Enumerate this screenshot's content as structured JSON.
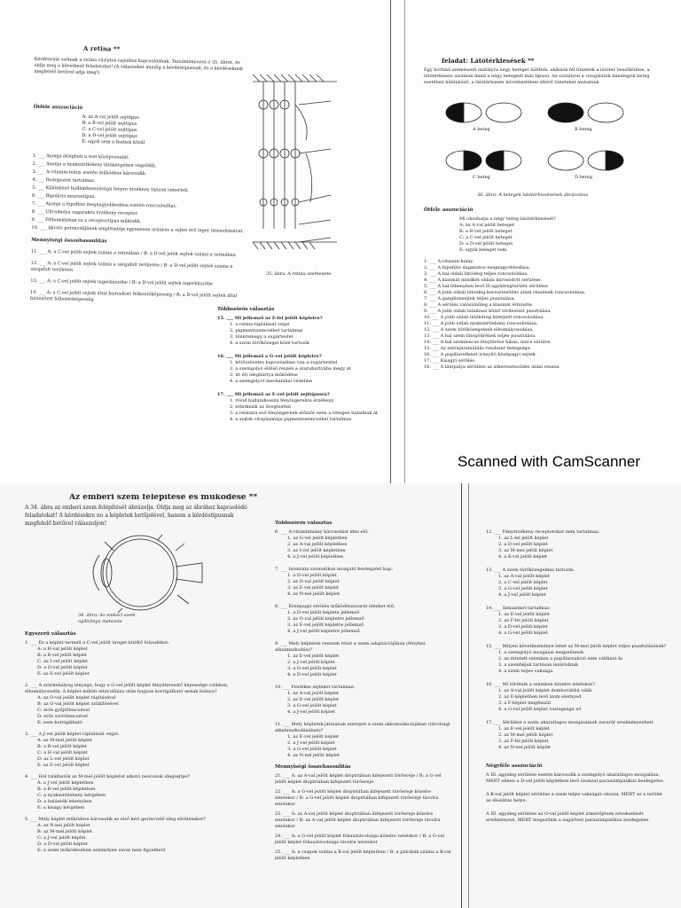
{
  "scanner": {
    "label": "Scanned with CamScanner"
  },
  "top_left": {
    "title": "A retina **",
    "intro": "Kérdéseink szólnak a retina vázlatos rajzához kapcsolódnak. Tanulmányozza a 35. ábrát, és oldja meg a következő feladatokat! (A válaszokat mindig a kérdéstípusnak, és a kérdéseknek megfelelő betűvel adja meg!)",
    "section1": "Ötféle asszociáció",
    "options": [
      "A: az A-val jelölt sejttípus",
      "B: a B-vel jelölt sejttípus",
      "C: a C-vel jelölt sejttípus",
      "D: a D-vel jelölt sejttípus",
      "E: egyik sem a fentiek közül"
    ],
    "items": [
      "1. ___ Axonja átlépheti a test középvonalát.",
      "2. ___ Axonja a nyakszirtlebeny látókérgében végződik.",
      "3. ___ A-vitamin-hiány esetén működése károsodik.",
      "4. ___ Rodopszint tartalmaz.",
      "5. ___ Különböző hullámhosszúságú fényre érzékeny típusai ismertek.",
      "6. ___ Bipoláris neurontípus.",
      "7. ___ Axonja a hipofízis megnagyobbodása esetén roncsolódhat.",
      "8. ___ Ultraibolya sugarakra érzékeny receptor.",
      "9. ___ Félhomályban ez a receptortípus működik.",
      "10. ___ Akciós potenciáljának amplitúdója egyenesen arányos a sejtet érő inger intenzitásával."
    ],
    "section2": "Mennyiségi összehasonlítás",
    "compare": [
      "11. ___ A: a C-vel jelölt sejtek száma a retinában / B: a D-vel jelölt sejtek száma a retinában",
      "12. ___ A: a C-vel jelölt sejtek száma a sárgafolt területén / B: a D-vel jelölt sejtek száma a sárgafolt területén",
      "13. ___ A: a C-vel jelölt sejtek ingerküszöbe / B: a D-vel jelölt sejtek ingerküszöbe",
      "14. ___ A: a C-vel jelölt sejtek által biztosított felbontóképesség / B: a D-vel jelölt sejtek által biztosított felbontóképesség"
    ]
  },
  "top_middle": {
    "caption": "35. ábra: A retina szerkezete",
    "section": "Többszörös választás",
    "questions": [
      "15. ___ Mi jellemző az F-fel jelölt képletre?",
      "1. a retina táplálását végzi",
      "2. pigmentszemcséket tartalmaz",
      "3. tönkremegy a sugártestet",
      "4. a szem törőközegei közé tartozik",
      "16. ___ Mi jellemző a G-vel jelölt képletre?",
      "1. kötőszövetes kapcsolatban van a sugártesttel",
      "2. a szemgolyó elülső részén a szaruhártyába megy át",
      "3. itt éri ideghártya működése",
      "4. a szemgolyót mechanikai védelme",
      "17. ___ Mi jellemző az E-vel jelölt sejttípusra?",
      "1. rövid hullámhosszú fényingerekre érzékeny",
      "2. érintkezik az üvegtesttel",
      "3. a retinára eső fényingernek először ezen a rétegen haladnak át",
      "4. a sejtek citoplazmája pigmentszemcséket tartalmaz"
    ]
  },
  "top_right": {
    "title": "feladat: Látótérkiesések **",
    "intro": "Egy kórházi szemészeti osztályra négy beteget küldtek, akiknek fél tüneteik a látótér beszűkülése, a látótérkiesés azonban mind a négy betegnél más típusú. Az osztályon a vizsgálatok mindegyik beteg esetében különböző, a látótérkiesés következtében eltérő tüneteket mutatnak.",
    "labels": [
      "A beteg",
      "B beteg",
      "C beteg",
      "D beteg"
    ],
    "caption": "36. ábra: A betegek látótérkiesésének ábrázolása",
    "section": "Ötféle asszociáció",
    "options": [
      "Mi okozhatja a négy beteg látótérkiesését?",
      "A: az A-val jelölt beteget",
      "B: a B-vel jelölt beteget",
      "C: a C-vel jelölt beteget",
      "D: a D-vel jelölt beteget",
      "E: egyik beteget sem"
    ],
    "items": [
      "1. ___ A-vitamin-hiány.",
      "2. ___ A hipofízis daganatos megnagyobbodása.",
      "3. ___ A bal oldali látóideg teljes roncsolódása.",
      "4. ___ A kiasmát mindkét oldala károsodott sérülése.",
      "5. ___ A bal lebenyben levő fő agykéregterület sérülése.",
      "6. ___ A jobb oldali látóideg-kereszteződés utáni részének roncsolódása.",
      "7. ___ A ganglionsejtek teljes pusztulása.",
      "8. ___ A sérülés valószínűleg a kiasmát érintette.",
      "9. ___ A jobb oldali talamusz külső térdestest pusztulása.",
      "10. ___ A jobb oldali látókéreg kiterjedt roncsolódása.",
      "11. ___ A jobb oldali nyakszirtlebeny roncsolódása.",
      "12. ___ A szem törőközegeinek elhomályosodása.",
      "13. ___ A bal szem látógödrének teljes pusztulása.",
      "14. ___ A bal szemlencse fénytörése hibás, nincs sérülve.",
      "15. ___ Az extrapiramidális rendszer betegsége.",
      "16. ___ A pupillareflexet irányító középagyi sejtek.",
      "17. ___ Kisagyi sérülés.",
      "18. ___ A látópálya sérülése az átkereszteződés utáni részen."
    ]
  },
  "bottom_left": {
    "title": "Az emberi szem felépítése és működése **",
    "intro": "A 34. ábra az emberi szem felépítését ábrázolja. Oldja meg az ábrához kapcsolódó feladatokat! A kérdésekre no a képletek betűjelével, hanem a kérdéstípusnak megfelelő betűvel válaszoljon!",
    "caption": "34. ábra: Az emberi szem nyílirányú metszete",
    "section": "Egyszerű választás",
    "questions": [
      "1. ___ Ez a képlet termeli a C-vel jelölt üreget kitöltő folyadékot:",
      "A: a H-val jelölt képlet",
      "B: a B-vel jelölt képlet",
      "C: az I-vel jelölt képlet",
      "D: a D-vel jelölt képlet",
      "E: az E-vel jelölt képlet",
      "2. ___ A szürkehályog lényege, hogy a G-vel jelölt képlet fényáteresztő képessége csökken, elhomályosodik. A képlet műtéti eltávolítása után hogyan korrigálható annak hiánya?",
      "A: az O-val jelölt képlet tágításával",
      "B: az O-val jelölt képlet szűkítésével",
      "C: erős gyűjtőlencsével",
      "D: erős szórólencsével",
      "E: nem korrigálható",
      "3. ___ A J-vel jelölt képlet táplálását végzi:",
      "A: az M-mel jelölt képlet",
      "B: a B-vel jelölt képlet",
      "C: a H-val jelölt képlet",
      "D: az L-vel jelölt képlet",
      "E: az E-vel jelölt képlet",
      "4. ___ Hol találhatók az M-mel jelölt képletet alkotó neuronok idegsejtjei?",
      "A: a J-vel jelölt képletben",
      "B: a B-vel jelölt képletben",
      "C: a nyakszirtlebeny kérgében",
      "D: a halánték lebenyben",
      "E: a kisagy kérgében",
      "5. ___ Mely képlet működése károsodik az első kéri gerincvelő ideg sérülésekor?",
      "A: az N-nel jelölt képlet",
      "B: az M-mel jelölt képlet",
      "C: a J-vel jelölt képlet",
      "D: a D-vel jelölt képlet",
      "E: a szem működésében semmilyen zavar nem figyelhető"
    ]
  },
  "bottom_middle": {
    "section": "Többszörös választás",
    "questions": [
      "6. ___ A-vitaminhiány károsodást idéz elő:",
      "1. az G-vel jelölt képletben",
      "2. az A-val jelölt képletben",
      "3. az I-vel jelölt képletben",
      "4. a J-vel jelölt képletben",
      "7. ___ Izomzata szomatikus mozgató beidegzést kap:",
      "1. a D-vel jelölt képlet",
      "2. az O-val jelölt képlet",
      "3. az E-vel jelölt képlet",
      "4. az N-nel jelölt képlet",
      "8. ___ Középagyi sérülés működészavarát idézhet elő:",
      "1. a D-vel jelölt képlete jellemző",
      "2. az O-val jelölt képletre jellemző",
      "3. az E-vel jelölt képletre jellemző",
      "4. a J-vel jelölt képletre jellemző",
      "9. ___ Mely képletek vesznek részt a szem adaptációjában (fényhez alkalmazkodás)?",
      "1. az E-vel jelölt képlet",
      "2. a J-vel jelölt képlet",
      "3. a G-vel jelölt képlet",
      "4. a D-vel jelölt képlet",
      "10. ___ Festékes sejteket tartalmaz:",
      "1. az A-val jelölt képlet",
      "2. az E-vel jelölt képlet",
      "3. a G-vel jelölt képlet",
      "4. a J-vel jelölt képlet",
      "11. ___ Mely képletek játszanak szerepet a szem akkomodációjában (távolsági alkalmazkodásában)?",
      "1. az E-vel jelölt képlet",
      "2. a J-vel jelölt képlet",
      "3. a G-vel jelölt képlet",
      "4. az N-nel jelölt képlet"
    ],
    "section2": "Mennyiségi összehasonlítás",
    "compare": [
      "21. ___ A: az A-val jelölt képlet dioptriában kifejezett törőereje / B: a G-vel jelölt képlet dioptriában kifejezett törőereje",
      "22. ___ A: a G-vel jelölt képlet dioptriában kifejezett törőereje közelre nézéskor / B: a G-vel jelölt képlet dioptriában kifejezett törőereje távolra nézéskor",
      "23. ___ A: az A-val jelölt képlet dioptriában kifejezett törőereje közelre nézéskor / B: az A-val jelölt képlet dioptriában kifejezett törőereje távolra nézéskor",
      "24. ___ A: a G-vel jelölt képlet fókusztávolsága közelre nézéskor / B: a G-vel jelölt képlet fókusztávolsága távolra nézéskor",
      "25. ___ A: a csapok száma a K-val jelölt képletben / B: a pálcikák száma a K-val jelölt képletben"
    ]
  },
  "bottom_right": {
    "questions": [
      "12. ___ Fényérzékeny receptorokat nem tartalmaz:",
      "1. az L-lel jelölt képlet",
      "2. a D-vel jelölt képlet",
      "3. az M-mel jelölt képlet",
      "4. a K-val jelölt képlet",
      "13. ___ A szem törőközegeihez tartozik:",
      "1. az A-val jelölt képlet",
      "2. a C-vel jelölt képlet",
      "3. a G-vel jelölt képlet",
      "4. a J-vel jelölt képlet",
      "14. ___ Simaizmot tartalmaz:",
      "1. az E-vel jelölt képlet",
      "2. az F-fel jelölt képlet",
      "3. a D-vel jelölt képlet",
      "4. a G-vel jelölt képlet",
      "15. ___ Milyen következménye lehet az M-mel jelölt képlet teljes pusztulásának?",
      "1. a szemgolyó mozgásai megszűnnek",
      "2. az érintett szemben a pupillareakció nem váltható ki",
      "3. a szemhéjak tartósan lezáródnak",
      "4. a szem teljes vaksága",
      "16. ___ Mi történik a szemben közelre nézéskor?",
      "1. az A-val jelölt képlet domborúbbá válik",
      "2. az E-képletben levő izom elernyed",
      "3. a F-képlet megfeszül",
      "4. a G-vel jelölt képlet vastagsága nő",
      "17. ___ Sérülése a szem akaratlagos mozgásainak zavarát eredményezheti:",
      "1. az E-vel jelölt képlet",
      "2. az M-mel jelölt képlet",
      "3. az F-fel jelölt képlet",
      "4. az N-nel jelölt képlet"
    ],
    "section": "Négyféle asszociáció",
    "relations": [
      "A III. agyideg sérülése esetén károsodik a szemgolyó akaratlagos mozgatása, MERT ebben a D-vel jelölt képletben levő izomzat paraszimpatikus beidegzése.",
      "A K-val jelölt képlet sérülése a szem teljes vakságát okozza, MERT ez a terület az éleslátás helye.",
      "A III. agyideg sérülése az O-val jelölt képlet átmérőjének növekedését eredményezi, MERT megszűnik a sugártest paraszimpatikus beidegzése."
    ]
  }
}
